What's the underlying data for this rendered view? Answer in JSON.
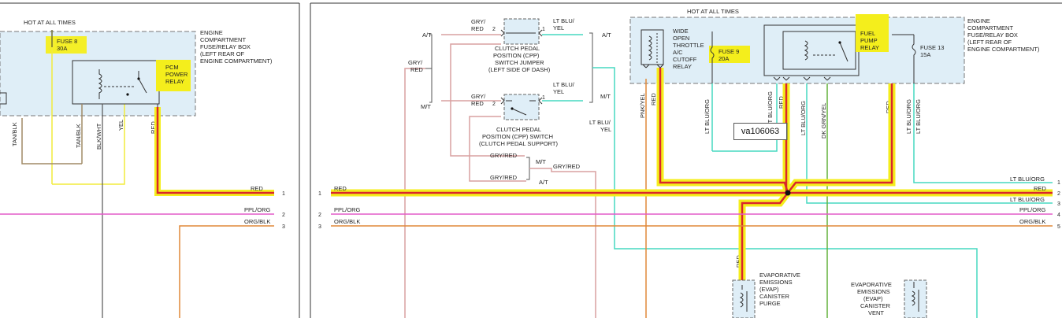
{
  "colors": {
    "red_wire": "#d9262c",
    "highlight": "#f4ee1c",
    "ppl_org": "#e45bc8",
    "org_blk": "#e08838",
    "lt_blu": "#46d8c0",
    "gry_red": "#d9a0a0",
    "tan_blk": "#a08a66",
    "yel": "#f2ec3c",
    "dk_grn_yel": "#63b23c",
    "blk_wht": "#555555",
    "box_fill": "#dfeef7"
  },
  "left_panel": {
    "hot_label": "HOT AT ALL TIMES",
    "fuse_label": "FUSE 8",
    "fuse_amp": "30A",
    "box_label": [
      "ENGINE",
      "COMPARTMENT",
      "FUSE/RELAY BOX",
      "(LEFT REAR OF",
      "ENGINE COMPARTMENT)"
    ],
    "relay_label": [
      "PCM",
      "POWER",
      "RELAY"
    ],
    "wires_vertical": [
      "TAN/BLK",
      "TAN/BLK",
      "BLK/WHT",
      "YEL",
      "RED"
    ],
    "bus": [
      {
        "num": "1",
        "label": "RED"
      },
      {
        "num": "2",
        "label": "PPL/ORG"
      },
      {
        "num": "3",
        "label": "ORG/BLK"
      }
    ]
  },
  "right_panel": {
    "hot_label": "HOT AT ALL TIMES",
    "bus_left": [
      {
        "num": "1",
        "label": "RED"
      },
      {
        "num": "2",
        "label": "PPL/ORG"
      },
      {
        "num": "3",
        "label": "ORG/BLK"
      }
    ],
    "bus_right": [
      {
        "num": "1",
        "label": "LT BLU/ORG"
      },
      {
        "num": "2",
        "label": "RED"
      },
      {
        "num": "3",
        "label": "LT BLU/ORG"
      },
      {
        "num": "4",
        "label": "PPL/ORG"
      },
      {
        "num": "5",
        "label": "ORG/BLK"
      }
    ],
    "cpp_jumper": {
      "label": [
        "CLUTCH PEDAL",
        "POSITION (CPP)",
        "SWITCH JUMPER",
        "(LEFT SIDE OF DASH)"
      ],
      "left_wire": [
        "GRY/",
        "RED"
      ],
      "left_pin": "2",
      "right_pin": "1",
      "right_wire": [
        "LT BLU/",
        "YEL"
      ],
      "mode": "A/T"
    },
    "cpp_switch": {
      "label": [
        "CLUTCH PEDAL",
        "POSITION (CPP) SWITCH",
        "(CLUTCH PEDAL SUPPORT)"
      ],
      "left_wire": [
        "GRY/",
        "RED"
      ],
      "left_pin": "2",
      "right_pin": "1",
      "right_wire": [
        "LT BLU/",
        "YEL"
      ],
      "mode": "M/T"
    },
    "gry_red_left": [
      "GRY/",
      "RED"
    ],
    "mode_at_left": "A/T",
    "mode_mt_left": "M/T",
    "lt_blu_yel_side": [
      "LT BLU/",
      "YEL"
    ],
    "gry_red_lower": "GRY/RED",
    "gry_red_lower2": "GRY/RED",
    "gry_red_lower3": "GRY/RED",
    "mode_mt_lower": "M/T",
    "mode_at_lower": "A/T",
    "wot_relay_label": [
      "WIDE",
      "OPEN",
      "THROTTLE",
      "A/C",
      "CUTOFF",
      "RELAY"
    ],
    "fuse9_label": "FUSE 9",
    "fuse9_amp": "20A",
    "fuel_pump_relay_label": [
      "FUEL",
      "PUMP",
      "RELAY"
    ],
    "fuse13_label": "FUSE 13",
    "fuse13_amp": "15A",
    "box_label": [
      "ENGINE",
      "COMPARTMENT",
      "FUSE/RELAY BOX",
      "(LEFT REAR OF",
      "ENGINE COMPARTMENT)"
    ],
    "wires_vertical": [
      "PNK/YEL",
      "RED",
      "LT BLU/ORG",
      "LT BLU/ORG",
      "RED",
      "LT BLU/ORG",
      "DK GRN/YEL",
      "RED",
      "LT BLU/ORG",
      "LT BLU/ORG",
      "RED"
    ],
    "callout_id": "va106063",
    "evap_purge_label": [
      "EVAPORATIVE",
      "EMISSIONS",
      "(EVAP)",
      "CANISTER",
      "PURGE"
    ],
    "evap_vent_label": [
      "EVAPORATIVE",
      "EMISSIONS",
      "(EVAP)",
      "CANISTER",
      "VENT"
    ]
  }
}
